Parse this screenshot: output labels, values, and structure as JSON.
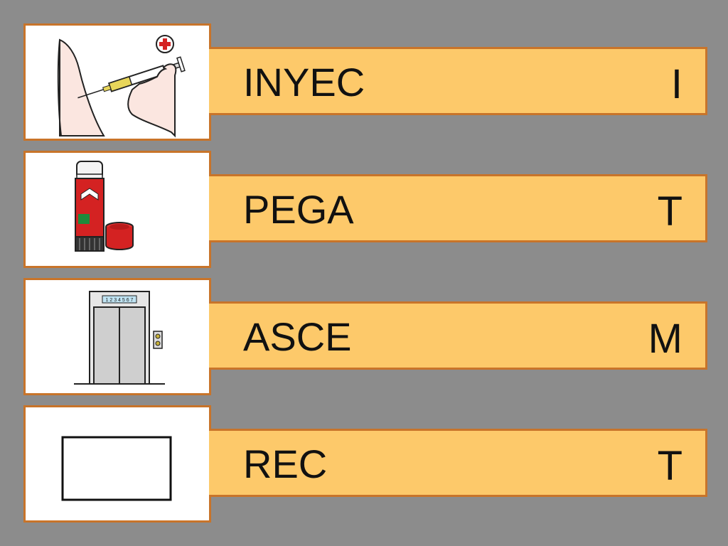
{
  "colors": {
    "background": "#8c8c8c",
    "band": "#fdc96a",
    "border": "#c8742a",
    "card": "#ffffff"
  },
  "rows": [
    {
      "word": "INYEC",
      "letter": "I",
      "picture": "injection-picture"
    },
    {
      "word": "PEGA",
      "letter": "T",
      "picture": "glue-stick-picture"
    },
    {
      "word": "ASCE",
      "letter": "M",
      "picture": "elevator-picture"
    },
    {
      "word": "REC",
      "letter": "T",
      "picture": "rectangle-picture"
    }
  ],
  "elevator_display": "1 2 3 4 5 6 7"
}
